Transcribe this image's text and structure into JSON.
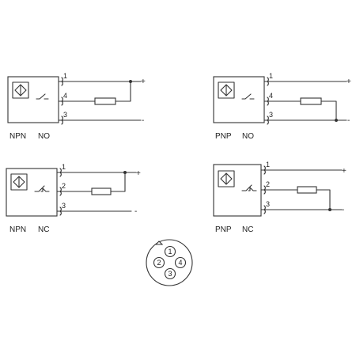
{
  "diagrams": {
    "npn_no": {
      "type": "NPN",
      "mode": "NO",
      "pins": [
        "1",
        "4",
        "3"
      ],
      "supply": [
        "+",
        "-"
      ]
    },
    "pnp_no": {
      "type": "PNP",
      "mode": "NO",
      "pins": [
        "1",
        "4",
        "3"
      ],
      "supply": [
        "+",
        "-"
      ]
    },
    "npn_nc": {
      "type": "NPN",
      "mode": "NC",
      "pins": [
        "1",
        "2",
        "3"
      ],
      "supply": [
        "+",
        "-"
      ]
    },
    "pnp_nc": {
      "type": "PNP",
      "mode": "NC",
      "pins": [
        "1",
        "2",
        "3"
      ],
      "supply": [
        "+",
        "-"
      ]
    }
  },
  "connector": {
    "pins": [
      "1",
      "2",
      "3",
      "4"
    ]
  }
}
